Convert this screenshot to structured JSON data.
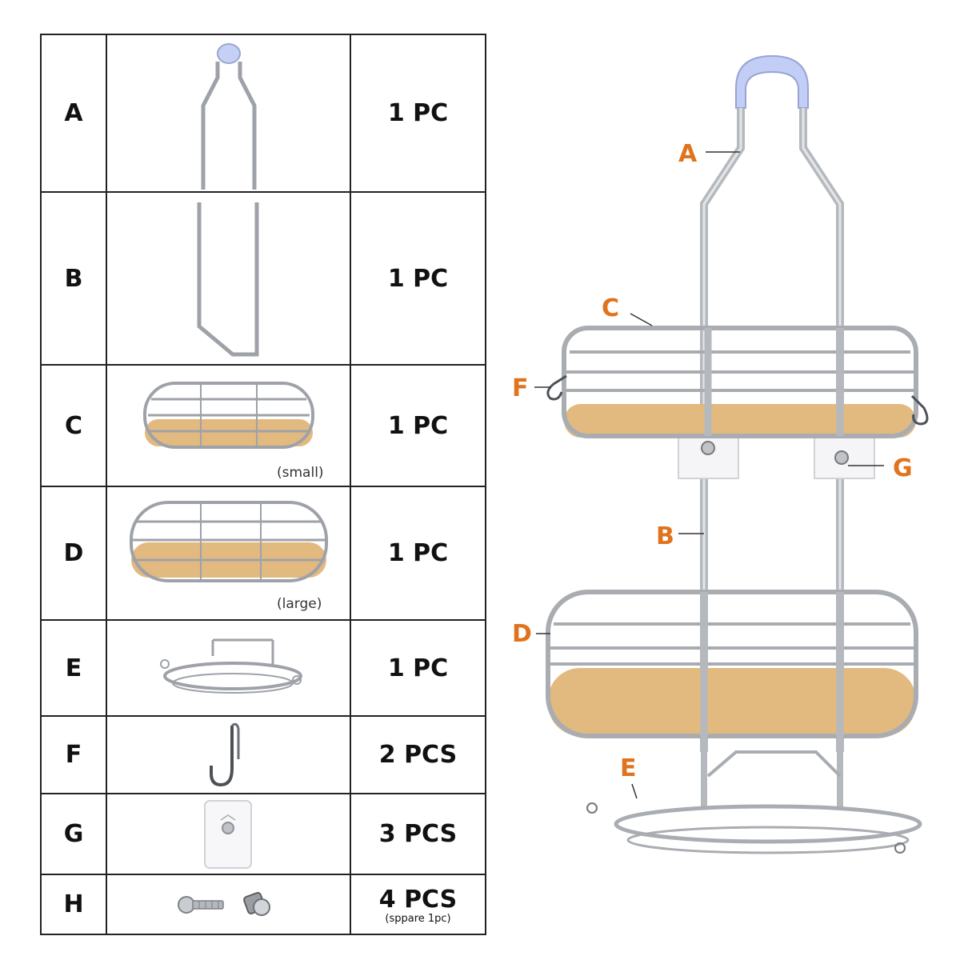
{
  "parts": [
    {
      "letter": "A",
      "qty": "1 PC",
      "icon": "hanger-frame-icon",
      "note": ""
    },
    {
      "letter": "B",
      "qty": "1 PC",
      "icon": "lower-frame-icon",
      "note": ""
    },
    {
      "letter": "C",
      "qty": "1 PC",
      "icon": "small-basket-icon",
      "note": "(small)"
    },
    {
      "letter": "D",
      "qty": "1 PC",
      "icon": "large-basket-icon",
      "note": "(large)"
    },
    {
      "letter": "E",
      "qty": "1 PC",
      "icon": "soap-dish-icon",
      "note": ""
    },
    {
      "letter": "F",
      "qty": "2 PCS",
      "icon": "hook-icon",
      "note": ""
    },
    {
      "letter": "G",
      "qty": "3 PCS",
      "icon": "adhesive-pad-icon",
      "note": ""
    },
    {
      "letter": "H",
      "qty": "4 PCS",
      "qty_note": "(sppare 1pc)",
      "icon": "screw-icon",
      "note": ""
    }
  ],
  "callouts": {
    "a": "A",
    "b": "B",
    "c": "C",
    "d": "D",
    "e": "E",
    "f": "F",
    "g": "G"
  },
  "colors": {
    "callout": "#e0731d",
    "metal": "#a9adb2",
    "bamboo": "#e2b97f",
    "suction": "#b9c6f0",
    "border": "#222222"
  }
}
